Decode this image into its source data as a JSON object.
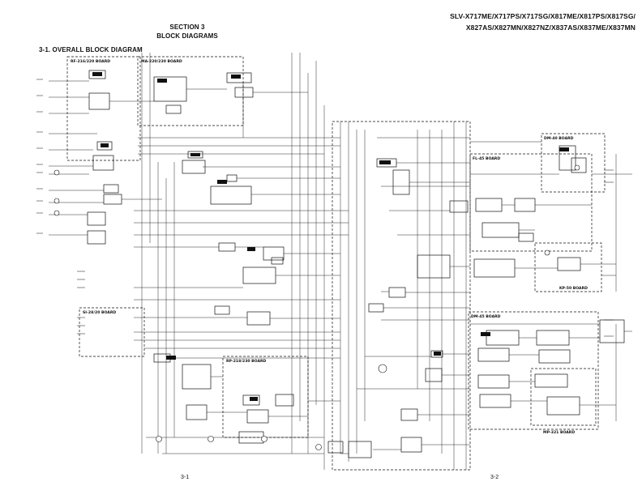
{
  "header": {
    "section_number": "SECTION 3",
    "section_title": "BLOCK DIAGRAMS",
    "models_line1": "SLV-X717ME/X717PS/X717SG/X817ME/X817PS/X817SG/",
    "models_line2": "X827AS/X827MN/X827NZ/X837AS/X837ME/X837MN",
    "subsection_title": "3-1.  OVERALL BLOCK DIAGRAM"
  },
  "boards": [
    {
      "key": "rf",
      "title": "RF-216/220 BOARD"
    },
    {
      "key": "ma",
      "title": "MA-220/230 BOARD"
    },
    {
      "key": "dm",
      "title": "DM-40 BOARD"
    },
    {
      "key": "fl",
      "title": "FL-45 BOARD"
    },
    {
      "key": "kp",
      "title": "KP-50 BOARD"
    },
    {
      "key": "si",
      "title": "SI-28/20 BOARD"
    },
    {
      "key": "rp",
      "title": "RP-218/230 BOARD"
    },
    {
      "key": "dm2",
      "title": "DM-45 BOARD"
    },
    {
      "key": "mp",
      "title": "MP-321 BOARD"
    }
  ],
  "footer": {
    "left_page": "3-1",
    "right_page": "3-2"
  }
}
